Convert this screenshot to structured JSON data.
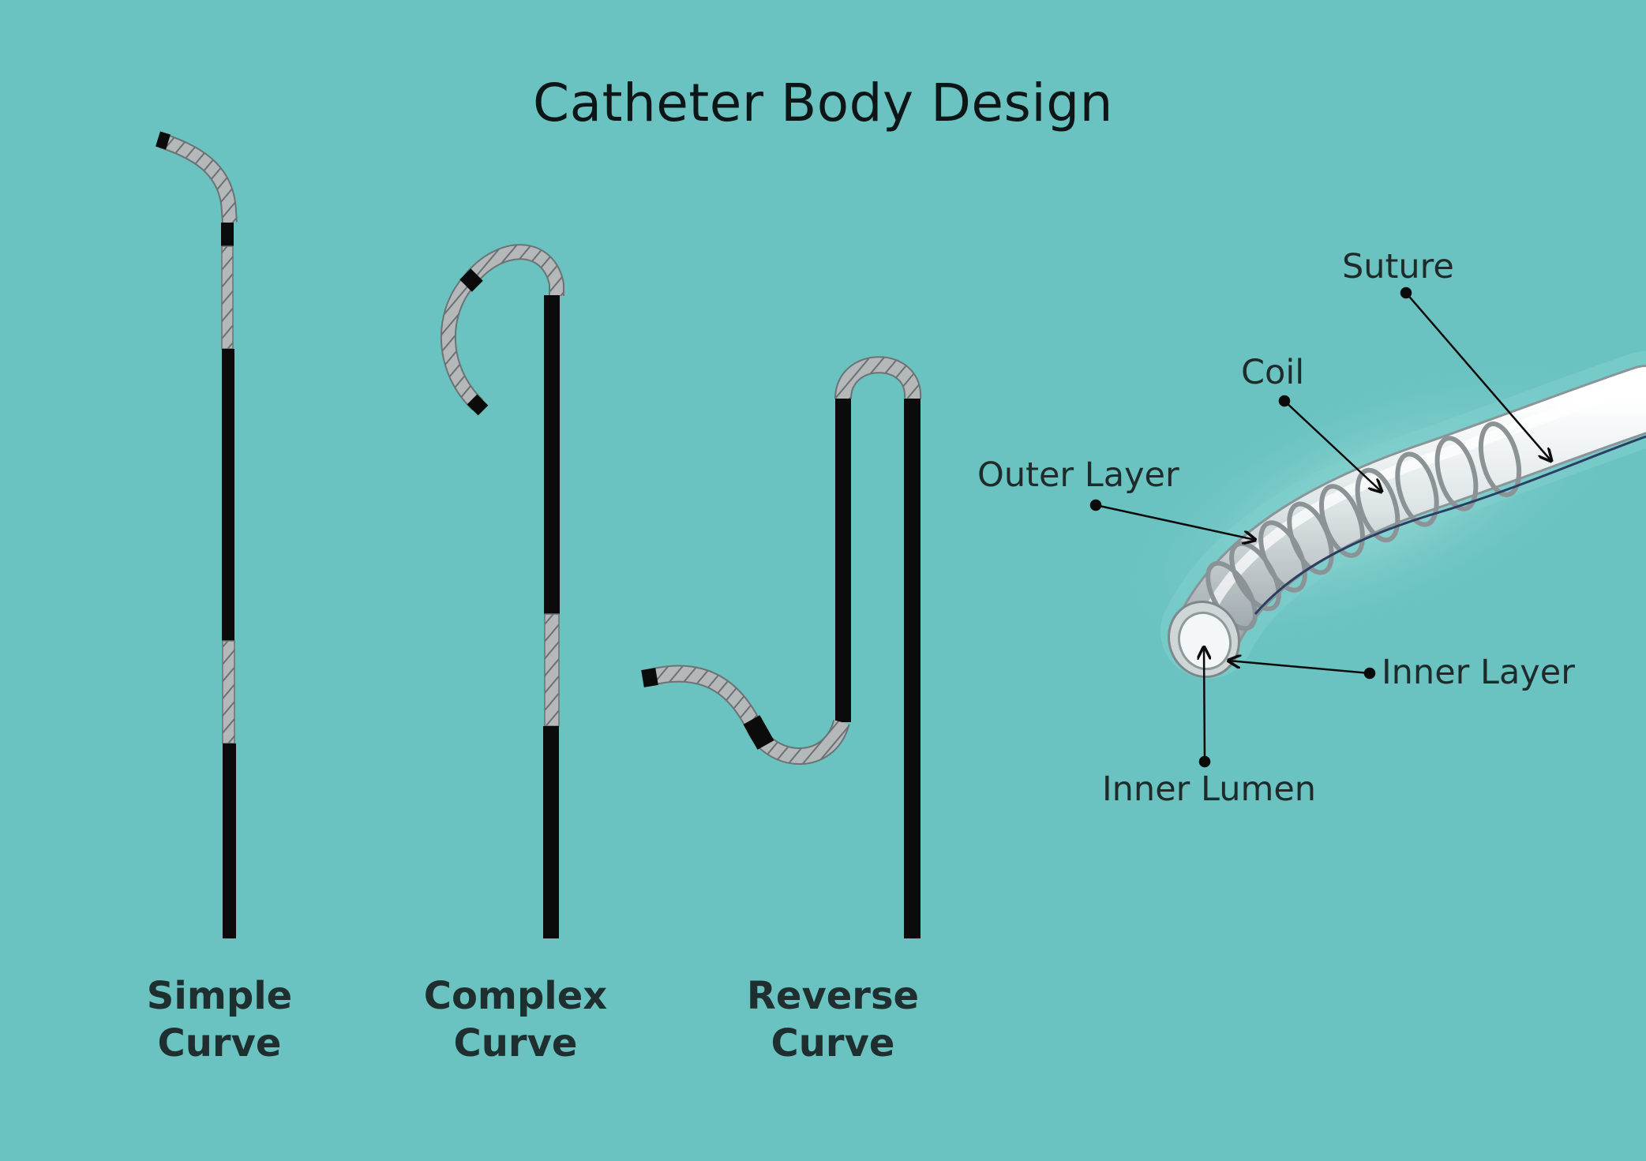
{
  "title": "Catheter Body Design",
  "captions": [
    {
      "line1": "Simple",
      "line2": "Curve"
    },
    {
      "line1": "Complex",
      "line2": "Curve"
    },
    {
      "line1": "Reverse",
      "line2": "Curve"
    }
  ],
  "labels": {
    "suture": "Suture",
    "coil": "Coil",
    "outer_layer": "Outer Layer",
    "inner_layer": "Inner Layer",
    "inner_lumen": "Inner Lumen"
  },
  "colors": {
    "background": "#6ac3c1",
    "catheter_black": "#0a0a0a",
    "coil_gray": "#a9adae",
    "tube_light": "#e4eaec"
  }
}
